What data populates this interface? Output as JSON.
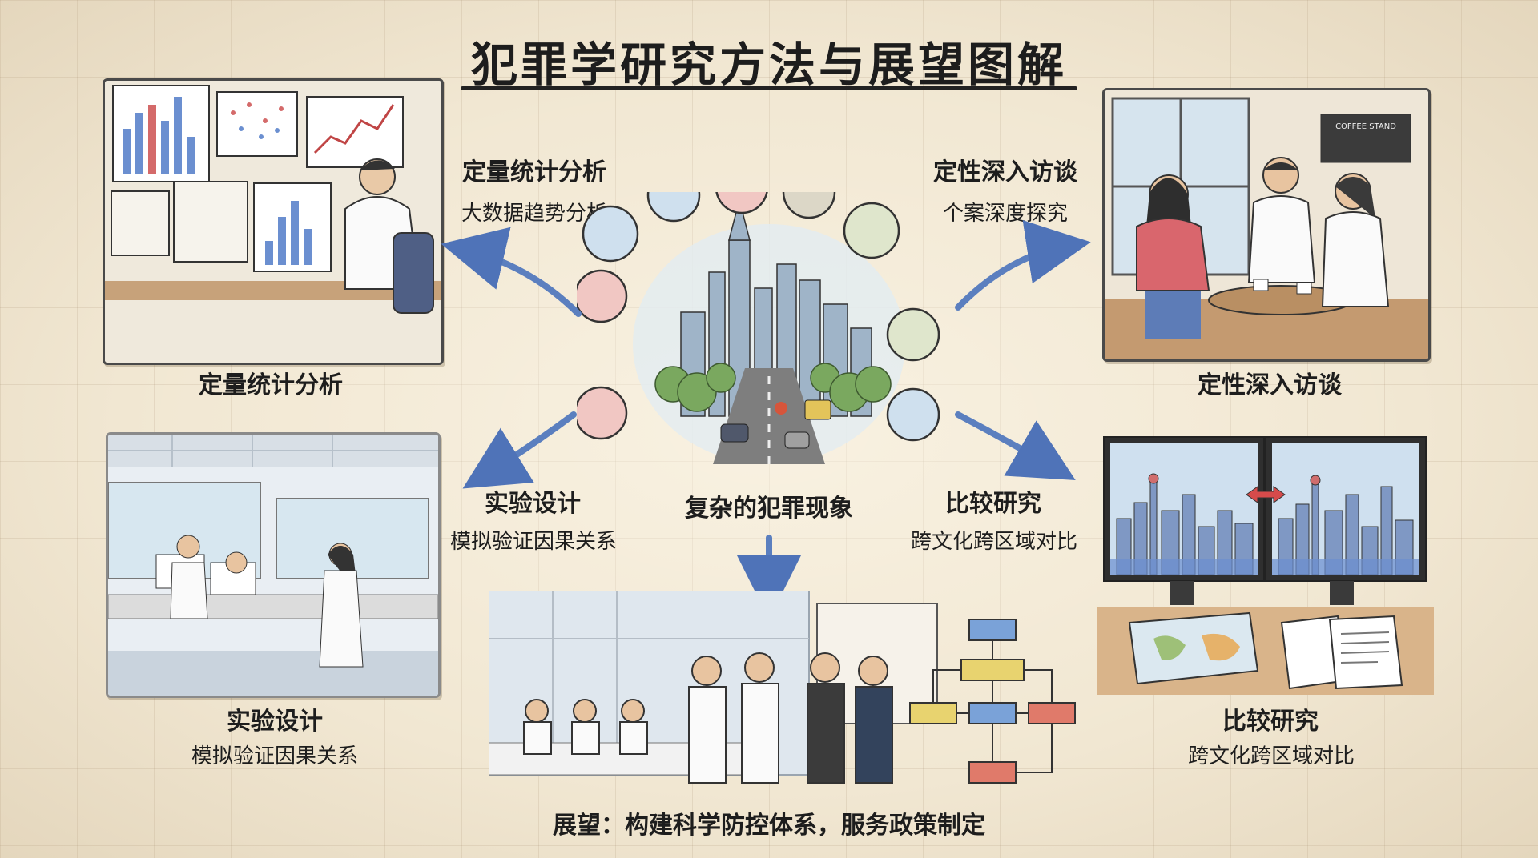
{
  "title": "犯罪学研究方法与展望图解",
  "center": {
    "label": "复杂的犯罪现象"
  },
  "methods": {
    "quant": {
      "title": "定量统计分析",
      "subtitle": "大数据趋势分析",
      "caption": "定量统计分析"
    },
    "qual": {
      "title": "定性深入访谈",
      "subtitle": "个案深度探究",
      "caption": "定性深入访谈"
    },
    "experiment": {
      "title": "实验设计",
      "subtitle": "模拟验证因果关系",
      "caption_title": "实验设计",
      "caption_subtitle": "模拟验证因果关系"
    },
    "compare": {
      "title": "比较研究",
      "subtitle": "跨文化跨区域对比",
      "caption_title": "比较研究",
      "caption_subtitle": "跨文化跨区域对比"
    }
  },
  "outlook": {
    "text": "展望：构建科学防控体系，服务政策制定"
  },
  "signs": {
    "coffee": "COFFEE STAND"
  },
  "colors": {
    "arrow": "#5b7fbf",
    "paper": "#f1e7d2",
    "ink": "#1d1d1d"
  }
}
